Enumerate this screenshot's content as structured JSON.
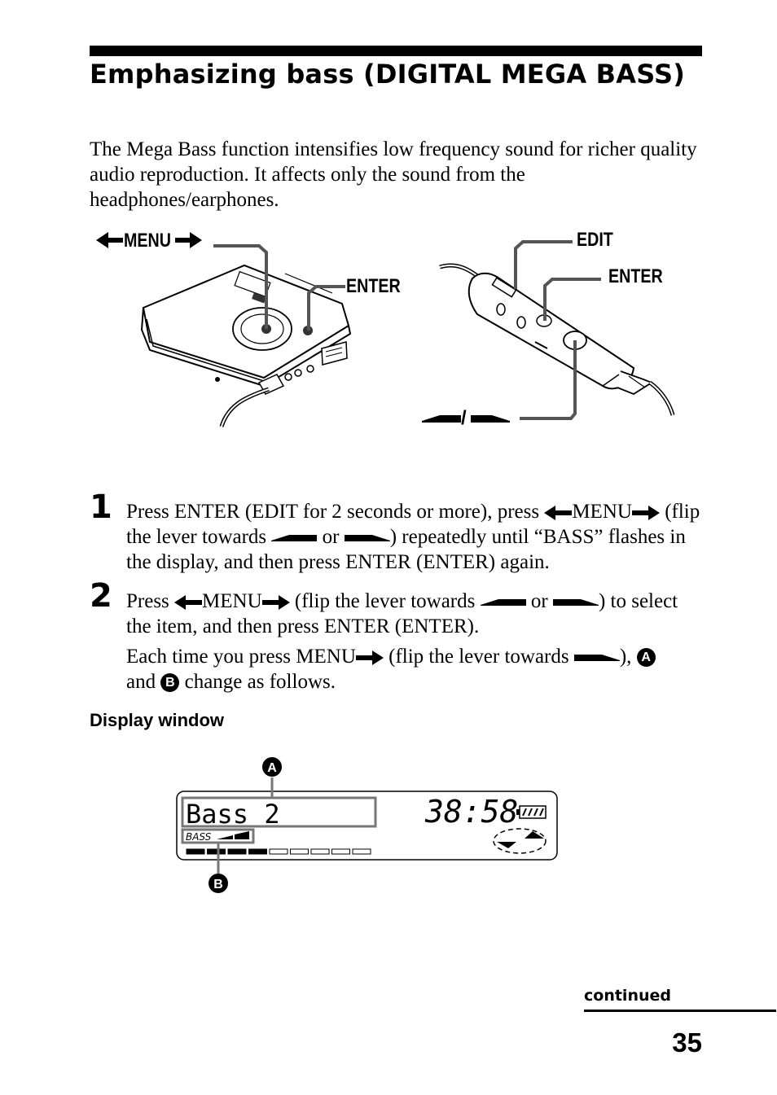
{
  "title": "Emphasizing bass (DIGITAL MEGA BASS)",
  "intro": "The Mega Bass function intensifies low frequency sound for richer quality audio reproduction. It affects only the sound from the headphones/earphones.",
  "figure": {
    "menu_label": "MENU",
    "enter_left": "ENTER",
    "edit_label": "EDIT",
    "enter_right": "ENTER",
    "lever_sep": "/"
  },
  "steps": [
    {
      "number": "1",
      "p1": "Press ENTER (EDIT for 2 seconds or more), press ",
      "menu": "MENU",
      "p2": "(flip the lever towards ",
      "or": " or ",
      "p3": ") repeatedly until “BASS” flashes in the display, and then press ENTER (ENTER) again."
    },
    {
      "number": "2",
      "p1": "Press ",
      "menu": "MENU",
      "p2": " (flip the lever towards ",
      "or": " or ",
      "p3": ") to select the item, and then press ENTER (ENTER).",
      "n1": "Each time you press MENU",
      "n2": " (flip the lever towards ",
      "n3": "), ",
      "n4": " and ",
      "n5": " change as follows."
    }
  ],
  "display_window": {
    "heading": "Display window",
    "text": "Bass 2",
    "time": "38:58",
    "bass_label": "BASS",
    "callout_a": "A",
    "callout_b": "B",
    "level_filled": 4,
    "level_total": 9
  },
  "footer": {
    "continued": "continued",
    "page": "35"
  }
}
